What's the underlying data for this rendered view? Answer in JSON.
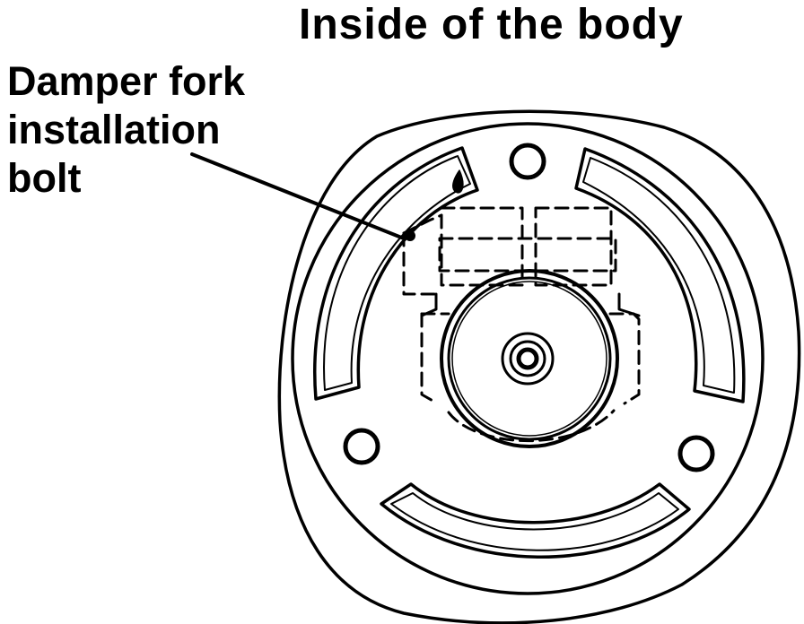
{
  "figure": {
    "title": "Inside of the body",
    "callout": {
      "lines": [
        "Damper fork",
        "installation",
        "bolt"
      ]
    },
    "colors": {
      "ink": "#000000",
      "paper": "#ffffff"
    }
  }
}
